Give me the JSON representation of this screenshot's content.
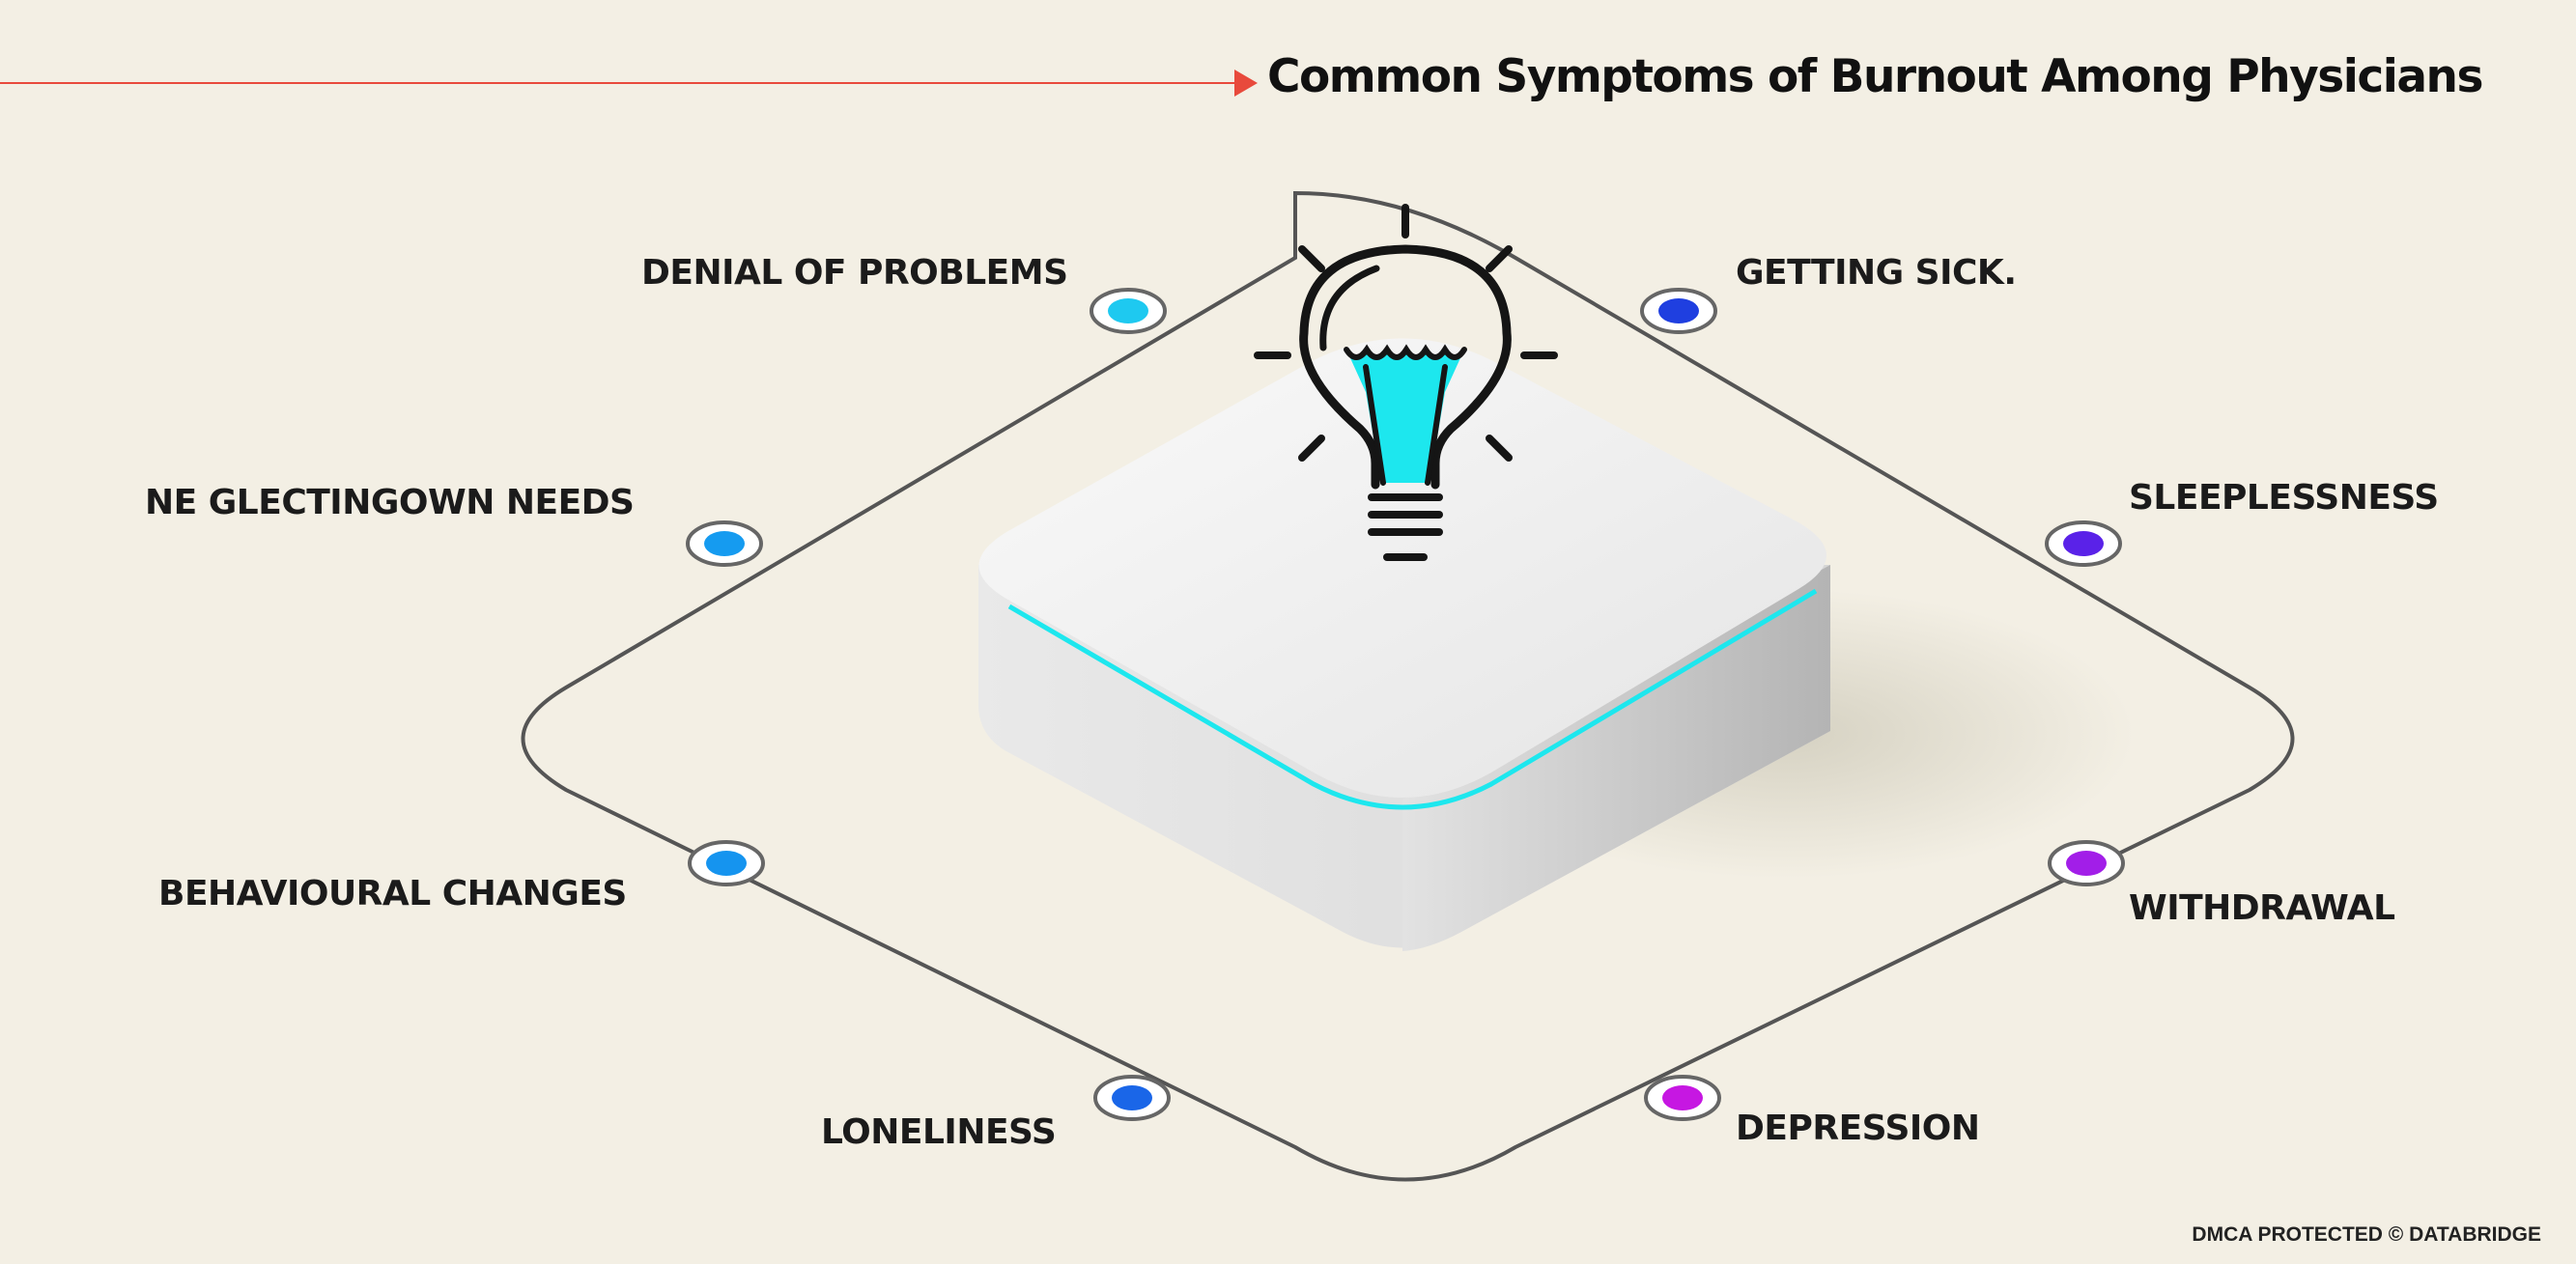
{
  "title": "Common Symptoms of Burnout Among Physicians",
  "footer": "DMCA PROTECTED © DATABRIDGE",
  "center_icon": "lightbulb-icon",
  "colors": {
    "background": "#f3efe4",
    "title_arrow": "#e84a3c",
    "accent_cyan": "#1de7ee",
    "path_stroke": "#555555"
  },
  "nodes": [
    {
      "label": "DENIAL OF PROBLEMS",
      "color": "#1ec9f0"
    },
    {
      "label": "GETTING SICK.",
      "color": "#1f3fe0"
    },
    {
      "label": "NE GLECTINGOWN NEEDS",
      "color": "#159bf0"
    },
    {
      "label": "SLEEPLESSNESS",
      "color": "#5a22e8"
    },
    {
      "label": "BEHAVIOURAL CHANGES",
      "color": "#1594ef"
    },
    {
      "label": "WITHDRAWAL",
      "color": "#a21ee8"
    },
    {
      "label": "LONELINESS",
      "color": "#1a66e8"
    },
    {
      "label": "DEPRESSION",
      "color": "#c617e2"
    }
  ]
}
